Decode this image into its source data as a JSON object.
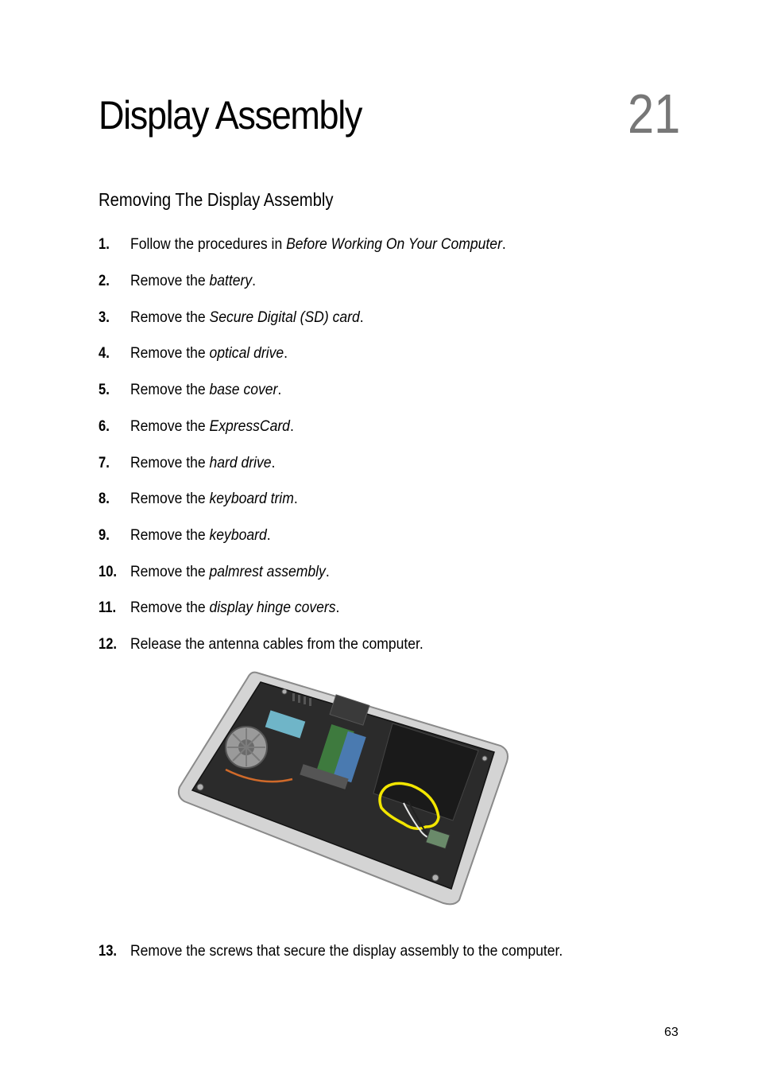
{
  "chapter": {
    "title": "Display Assembly",
    "number": "21"
  },
  "section": {
    "heading": "Removing The Display Assembly"
  },
  "steps": [
    {
      "num": "1.",
      "prefix": "Follow the procedures in ",
      "link": "Before Working On Your Computer",
      "suffix": "."
    },
    {
      "num": "2.",
      "prefix": "Remove the ",
      "link": "battery",
      "suffix": "."
    },
    {
      "num": "3.",
      "prefix": "Remove the ",
      "link": "Secure Digital (SD) card",
      "suffix": "."
    },
    {
      "num": "4.",
      "prefix": "Remove the ",
      "link": "optical drive",
      "suffix": "."
    },
    {
      "num": "5.",
      "prefix": "Remove the ",
      "link": "base cover",
      "suffix": "."
    },
    {
      "num": "6.",
      "prefix": "Remove the ",
      "link": "ExpressCard",
      "suffix": "."
    },
    {
      "num": "7.",
      "prefix": "Remove the ",
      "link": "hard drive",
      "suffix": "."
    },
    {
      "num": "8.",
      "prefix": "Remove the ",
      "link": "keyboard trim",
      "suffix": "."
    },
    {
      "num": "9.",
      "prefix": "Remove the ",
      "link": "keyboard",
      "suffix": "."
    },
    {
      "num": "10.",
      "prefix": "Remove the ",
      "link": "palmrest assembly",
      "suffix": "."
    },
    {
      "num": "11.",
      "prefix": "Remove the ",
      "link": "display hinge covers",
      "suffix": "."
    },
    {
      "num": "12.",
      "prefix": "Release the antenna cables from the computer.",
      "link": "",
      "suffix": ""
    },
    {
      "num": "13.",
      "prefix": "Remove the screws that secure the display assembly to the computer.",
      "link": "",
      "suffix": ""
    }
  ],
  "page": {
    "number": "63"
  },
  "colors": {
    "chapter_number": "#777777",
    "highlight": "#f2e600",
    "chassis": "#2b2b2b",
    "frame": "#c8c8c8"
  }
}
